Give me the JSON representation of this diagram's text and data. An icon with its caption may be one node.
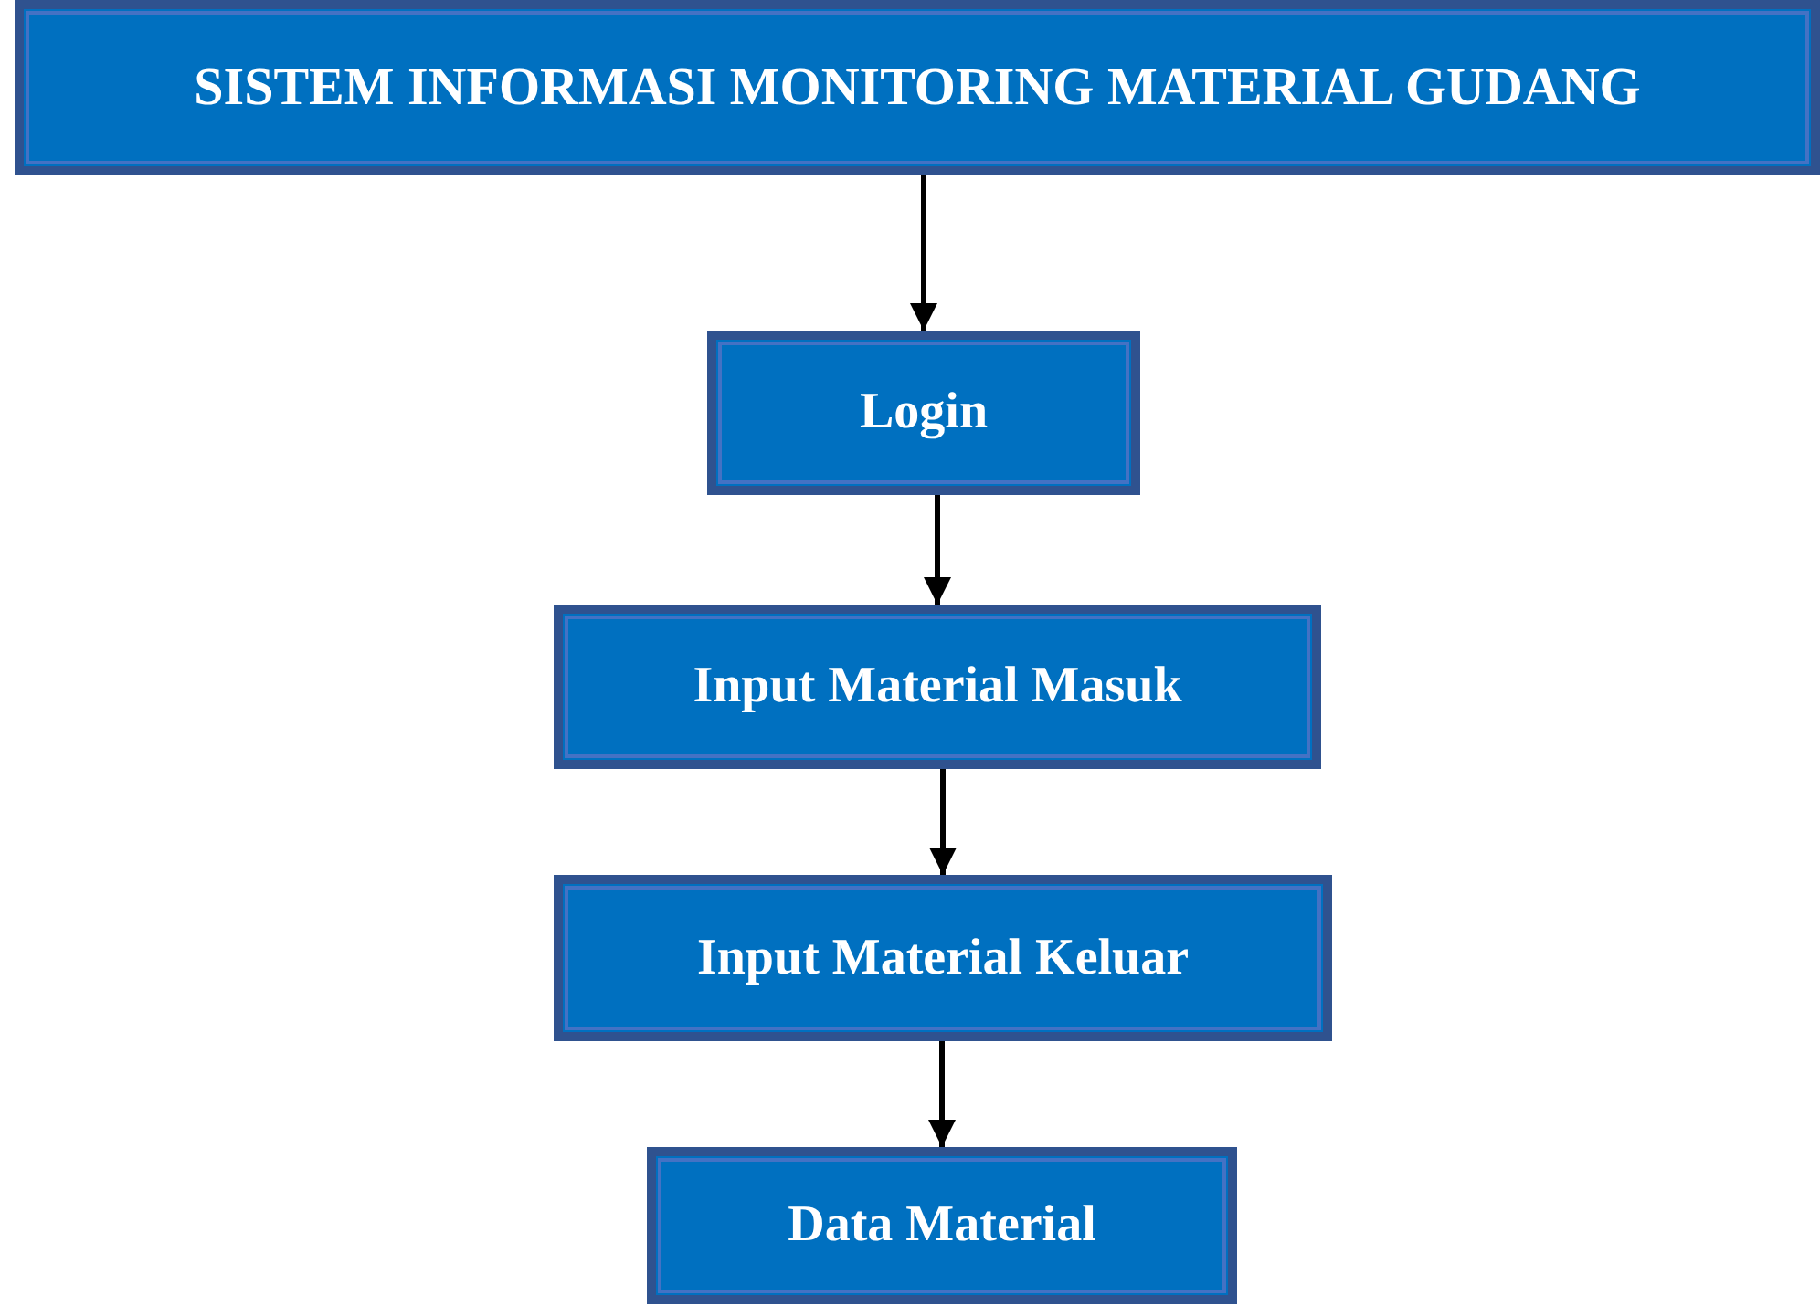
{
  "diagram": {
    "nodes": [
      {
        "text": [
          "SISTEM INFORMASI MONITORING MATERIAL GUDANG"
        ]
      },
      {
        "text": [
          "Login"
        ]
      },
      {
        "text": [
          "Input Material Masuk"
        ]
      },
      {
        "text": [
          "Input Material Keluar"
        ]
      },
      {
        "text": [
          "Data Material"
        ]
      }
    ],
    "edges": [
      {
        "from": 0,
        "to": 1,
        "arrow": "to"
      },
      {
        "from": 1,
        "to": 2,
        "arrow": "to"
      },
      {
        "from": 2,
        "to": 3,
        "arrow": "to"
      },
      {
        "from": 3,
        "to": 4,
        "arrow": "to"
      }
    ]
  }
}
